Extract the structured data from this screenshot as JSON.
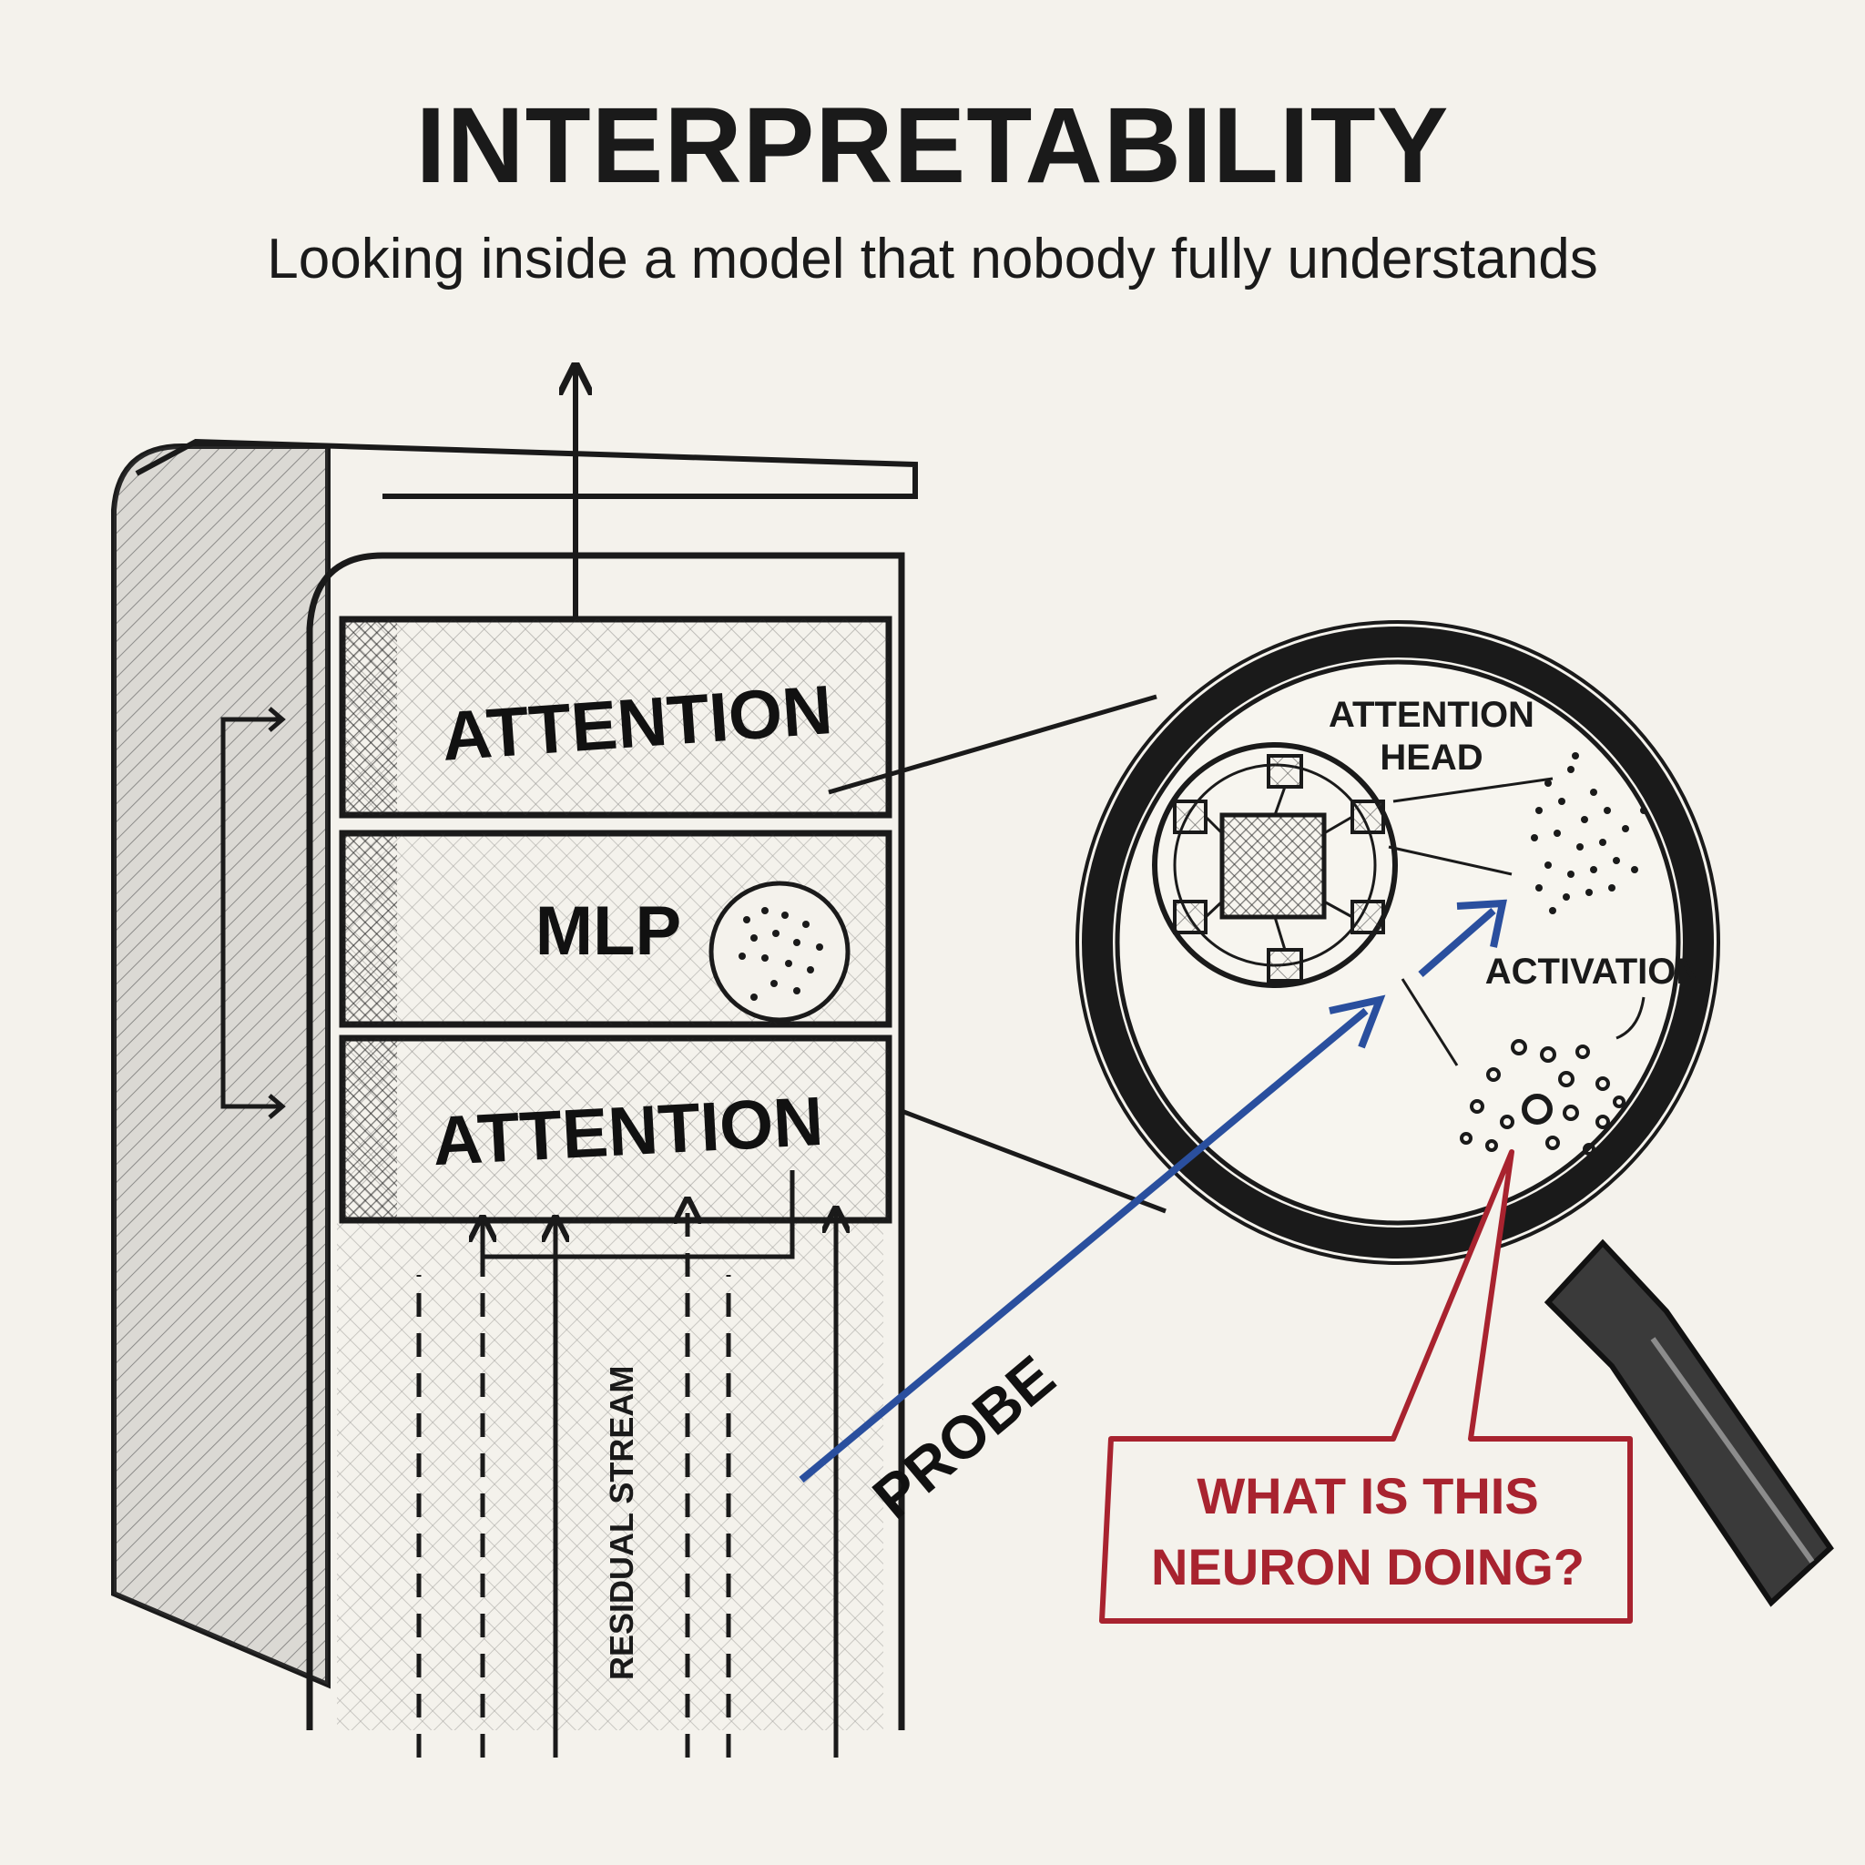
{
  "title": "INTERPRETABILITY",
  "subtitle": "Looking inside a model that nobody fully understands",
  "blocks": {
    "top": "ATTENTION",
    "middle": "MLP",
    "bottom": "ATTENTION"
  },
  "labels": {
    "residual_stream": "RESIDUAL STREAM",
    "probe": "PROBE",
    "attention_head_line1": "ATTENTION",
    "attention_head_line2": "HEAD",
    "activation": "ACTIVATION",
    "question_line1": "WHAT IS THIS",
    "question_line2": "NEURON DOING?"
  },
  "colors": {
    "ink": "#1a1a1a",
    "paper": "#f4f2ec",
    "probe_blue": "#2a4f9e",
    "question_red": "#a8232f"
  },
  "icons": [
    "magnifying-glass-icon",
    "attention-head-icon",
    "neuron-icon"
  ]
}
